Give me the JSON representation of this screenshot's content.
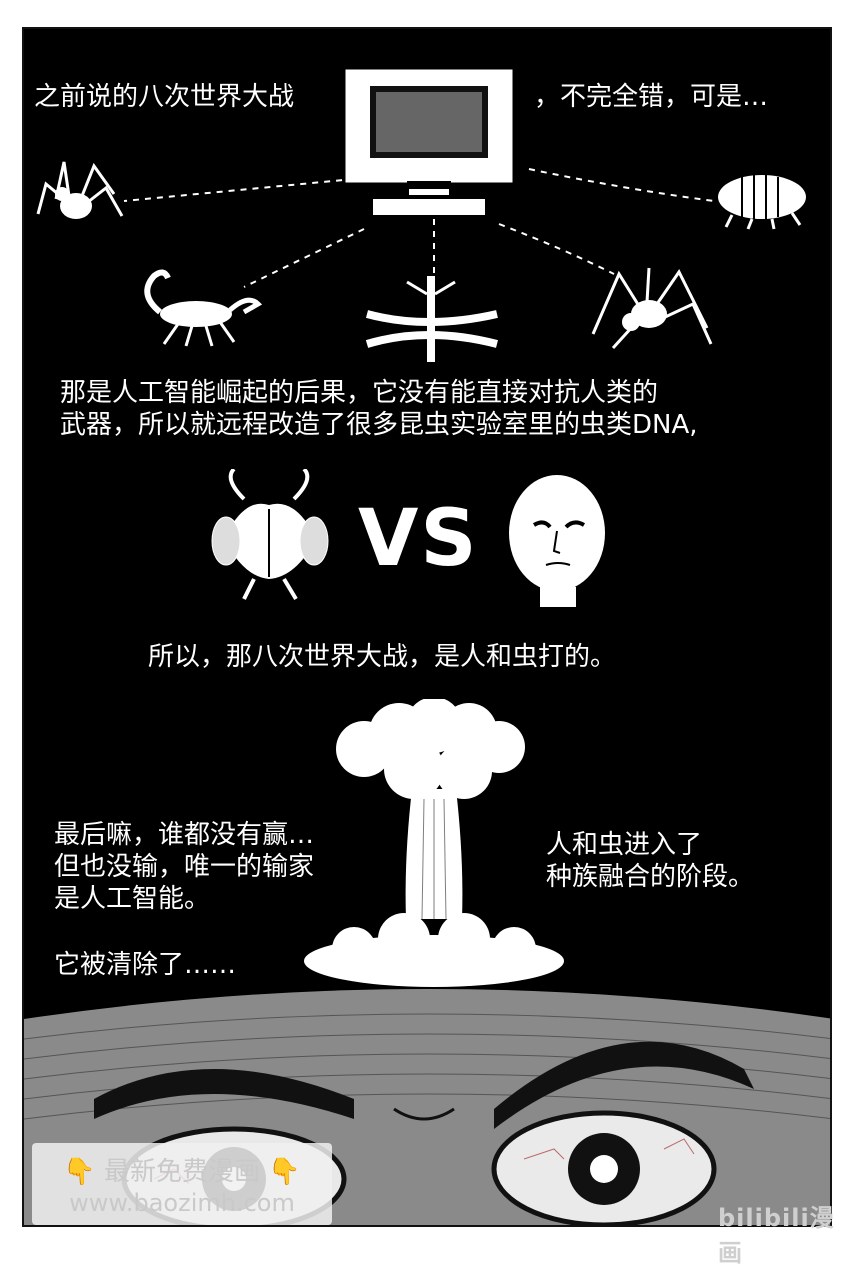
{
  "captions": {
    "line1_left": "之前说的八次世界大战",
    "line1_right": "，不完全错，可是…",
    "para2": [
      "那是人工智能崛起的后果，它没有能直接对抗人类的",
      "武器，所以就远程改造了很多昆虫实验室里的虫类DNA,"
    ],
    "vs": "VS",
    "para3": "所以，那八次世界大战，是人和虫打的。",
    "para4": [
      "最后嘛，谁都没有赢…",
      "但也没输，唯一的输家",
      "是人工智能。"
    ],
    "para5": [
      "人和虫进入了",
      "种族融合的阶段。"
    ],
    "para6": "它被清除了……"
  },
  "watermark": {
    "line1_icon_left": "👇",
    "line1_text": "最新免费漫画",
    "line1_icon_right": "👇",
    "line2": "www.baozimh.com"
  },
  "logo": "bilibili漫画",
  "colors": {
    "panel_bg": "#000000",
    "ink": "#ffffff",
    "gutter": "#ffffff"
  }
}
